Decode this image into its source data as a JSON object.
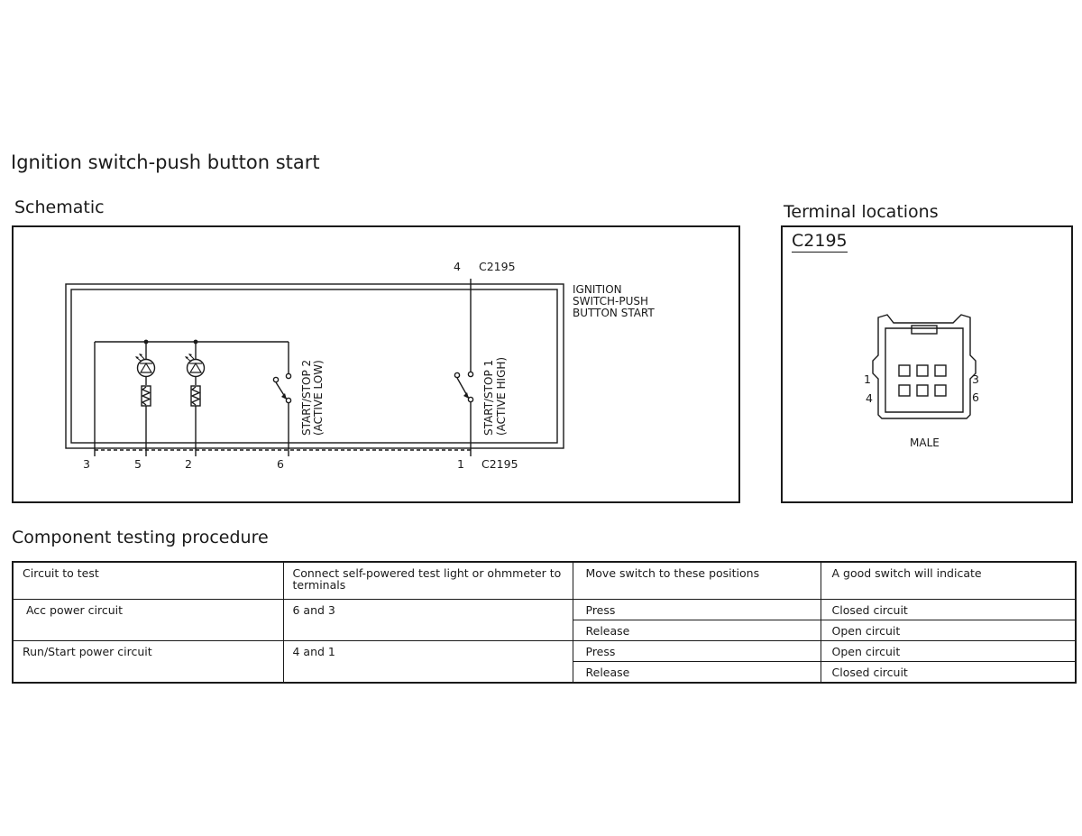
{
  "title": "Ignition switch-push button start",
  "schematic": {
    "heading": "Schematic",
    "component_label": [
      "IGNITION",
      "SWITCH-PUSH",
      "BUTTON START"
    ],
    "top_connector": {
      "pin": "4",
      "name": "C2195"
    },
    "bottom_connector": {
      "pins": [
        "3",
        "5",
        "2",
        "6",
        "1"
      ],
      "name": "C2195"
    },
    "switch_2_label": [
      "START/STOP 2",
      "(ACTIVE LOW)"
    ],
    "switch_1_label": [
      "START/STOP 1",
      "(ACTIVE HIGH)"
    ]
  },
  "terminal_locations": {
    "heading": "Terminal locations",
    "connector_name": "C2195",
    "pin_labels": {
      "top_left": "1",
      "bottom_left": "4",
      "top_right": "3",
      "bottom_right": "6"
    },
    "gender": "MALE"
  },
  "testing": {
    "heading": "Component testing procedure",
    "columns": [
      "Circuit to test",
      "Connect self-powered test light or ohmmeter to terminals",
      "Move switch to these positions",
      "A good switch will indicate"
    ],
    "rows": [
      {
        "circuit": " Acc power circuit",
        "terminals": "6 and 3",
        "positions": [
          {
            "position": "Press",
            "indication": "Closed circuit"
          },
          {
            "position": "Release",
            "indication": "Open circuit"
          }
        ]
      },
      {
        "circuit": "Run/Start power circuit",
        "terminals": "4 and 1",
        "positions": [
          {
            "position": "Press",
            "indication": "Open circuit"
          },
          {
            "position": "Release",
            "indication": "Closed circuit"
          }
        ]
      }
    ]
  }
}
